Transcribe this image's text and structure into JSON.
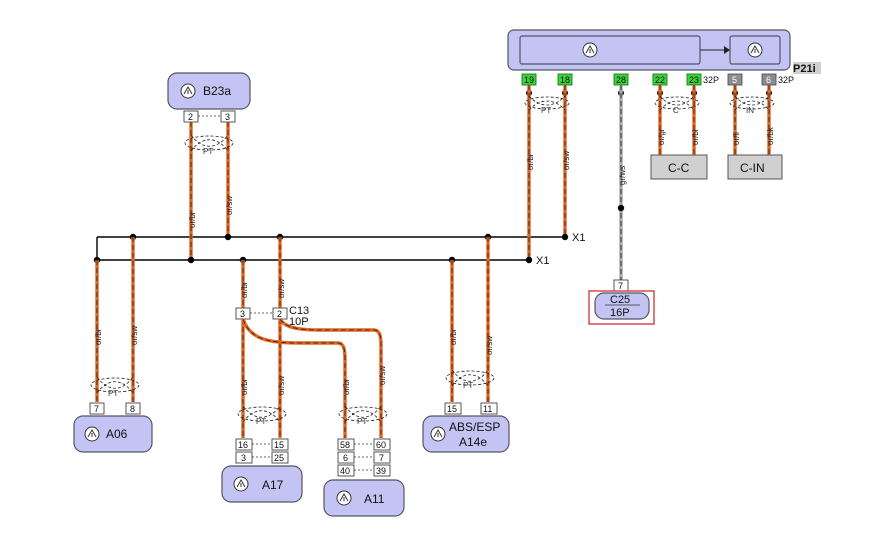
{
  "components": {
    "p21i": {
      "label": "P21i",
      "pin_count": "32P",
      "pin_count_right": "32P"
    },
    "b23a": {
      "label": "B23a"
    },
    "a06": {
      "label": "A06"
    },
    "a17": {
      "label": "A17"
    },
    "a11": {
      "label": "A11"
    },
    "a14e": {
      "label_line1": "ABS/ESP",
      "label_line2": "A14e"
    },
    "c25": {
      "label_line1": "C25",
      "label_line2": "16P"
    },
    "cc": {
      "label": "C-C"
    },
    "cin": {
      "label": "C-IN"
    },
    "c13": {
      "label": "C13",
      "pins": "10P"
    }
  },
  "pins": {
    "p21i": [
      "19",
      "18",
      "28",
      "22",
      "23",
      "5",
      "6"
    ],
    "b23a": [
      "2",
      "3"
    ],
    "a06": [
      "7",
      "8"
    ],
    "a17": [
      "16",
      "15",
      "3",
      "25"
    ],
    "a11": [
      "58",
      "60",
      "6",
      "7",
      "40",
      "39"
    ],
    "a14e": [
      "15",
      "11"
    ],
    "c25": [
      "7"
    ],
    "c13": [
      "3",
      "2"
    ]
  },
  "nodes": {
    "x1": "X1"
  },
  "wire_labels": {
    "or_br": "or/br",
    "or_sw": "or/sw",
    "gr_ws": "gr/ws",
    "or_gr": "or/gr",
    "or_bl": "or/bl",
    "or_li": "or/li",
    "or_bk": "or/bk"
  },
  "twist_labels": {
    "pt": "PT",
    "c": "C",
    "in": "IN"
  },
  "colors": {
    "ecu_fill": "#c4c4f4",
    "wire_orange": "#e8641c",
    "wire_grey": "#aaaaaa",
    "pin_green": "#3ad43a",
    "highlight": "#cc3333"
  }
}
